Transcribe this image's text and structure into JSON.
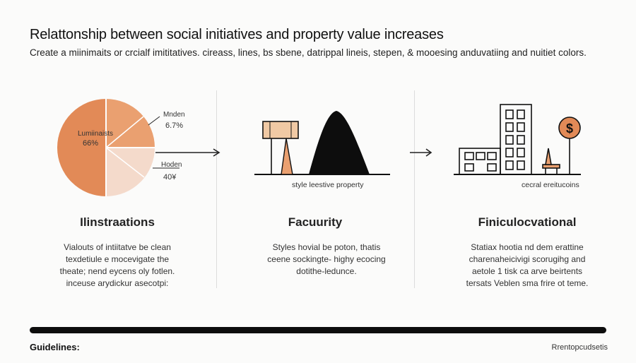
{
  "header": {
    "title": "Relattonship between social initiatives and property value increases",
    "subtitle": "Create a miinimaits or crcialf imititatives. cireass, lines, bs sbene, datrippal lineis, stepen, & mooesing anduvatiing and nuitiet colors."
  },
  "pie": {
    "labels": [
      {
        "name": "Lumiinaists",
        "value": "66%"
      },
      {
        "name": "Mnden",
        "value": "6.7%"
      },
      {
        "name": "Hoden",
        "value": "40¥"
      }
    ],
    "colors": [
      "#e28a57",
      "#eda57c",
      "#f3d7c6"
    ]
  },
  "columns": [
    {
      "heading": "Ilinstraations",
      "body": [
        "Vialouts of intiitatve be clean",
        "texdetiule e mocevigate the",
        "theate; nend eycens oly fotlen.",
        "inceuse arydickur asecotpi:"
      ]
    },
    {
      "heading": "Facuurity",
      "caption": "style leestive property",
      "body": [
        "Styles hovial be poton, thatis",
        "ceene sockingte- highy ecocing",
        "dotithe-ledunce."
      ]
    },
    {
      "heading": "Finiculocvational",
      "caption": "cecral ereitucoins",
      "body": [
        "Statiax hootia nd dem erattine",
        "charenaheicivigi scorugihg and",
        "aetole 1 tisk ca arve beirtents",
        "tersats Veblen sma frire ot teme."
      ]
    }
  ],
  "footer": {
    "left": "Guidelines:",
    "right": "Rrentopcudsetis"
  },
  "colors": {
    "accent_orange": "#e28a57",
    "dark": "#0d0d0d",
    "tan": "#f0c9a4"
  }
}
